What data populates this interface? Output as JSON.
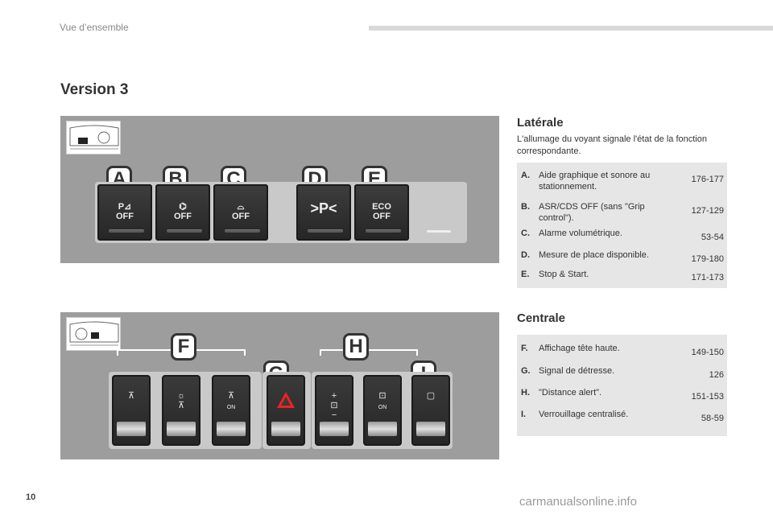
{
  "header": {
    "section": "Vue d’ensemble"
  },
  "title": "Version 3",
  "laterale": {
    "title": "Latérale",
    "description": "L'allumage du voyant signale l'état de la fonction correspondante.",
    "items": [
      {
        "letter": "A.",
        "text": "Aide graphique et sonore au stationnement.",
        "pages": "176-177"
      },
      {
        "letter": "B.",
        "text": "ASR/CDS OFF (sans \"Grip control\").",
        "pages": "127-129"
      },
      {
        "letter": "C.",
        "text": "Alarme volumétrique.",
        "pages": "53-54"
      },
      {
        "letter": "D.",
        "text": "Mesure de place disponible.",
        "pages": "179-180"
      },
      {
        "letter": "E.",
        "text": "Stop & Start.",
        "pages": "171-173"
      }
    ]
  },
  "centrale": {
    "title": "Centrale",
    "items": [
      {
        "letter": "F.",
        "text": "Affichage tête haute.",
        "pages": "149-150"
      },
      {
        "letter": "G.",
        "text": "Signal de détresse.",
        "pages": "126"
      },
      {
        "letter": "H.",
        "text": "\"Distance alert\".",
        "pages": "151-153"
      },
      {
        "letter": "I.",
        "text": "Verrouillage centralisé.",
        "pages": "58-59"
      }
    ]
  },
  "figure_top": {
    "badges": [
      "A",
      "B",
      "C",
      "D",
      "E"
    ],
    "switches": [
      {
        "icon": "park-assist-icon",
        "label": "OFF"
      },
      {
        "icon": "traction-control-icon",
        "label": "OFF"
      },
      {
        "icon": "car-alarm-icon",
        "label": "OFF"
      },
      {
        "icon": "parking-space-icon",
        "label": ">P<"
      },
      {
        "icon": "eco-icon",
        "label": "ECO",
        "sub": "OFF"
      }
    ]
  },
  "figure_bottom": {
    "badges": [
      "F",
      "G",
      "H",
      "I"
    ],
    "switches": [
      {
        "icon": "hud-icon",
        "label": ""
      },
      {
        "icon": "hud-brightness-icon",
        "label": ""
      },
      {
        "icon": "hud-on-icon",
        "label": "ON"
      },
      {
        "icon": "hazard-icon",
        "label": ""
      },
      {
        "icon": "distance-plus-icon",
        "label": ""
      },
      {
        "icon": "distance-on-icon",
        "label": "ON"
      },
      {
        "icon": "lock-icon",
        "label": ""
      }
    ]
  },
  "page_number": "10",
  "watermark": "carmanualsonline.info"
}
